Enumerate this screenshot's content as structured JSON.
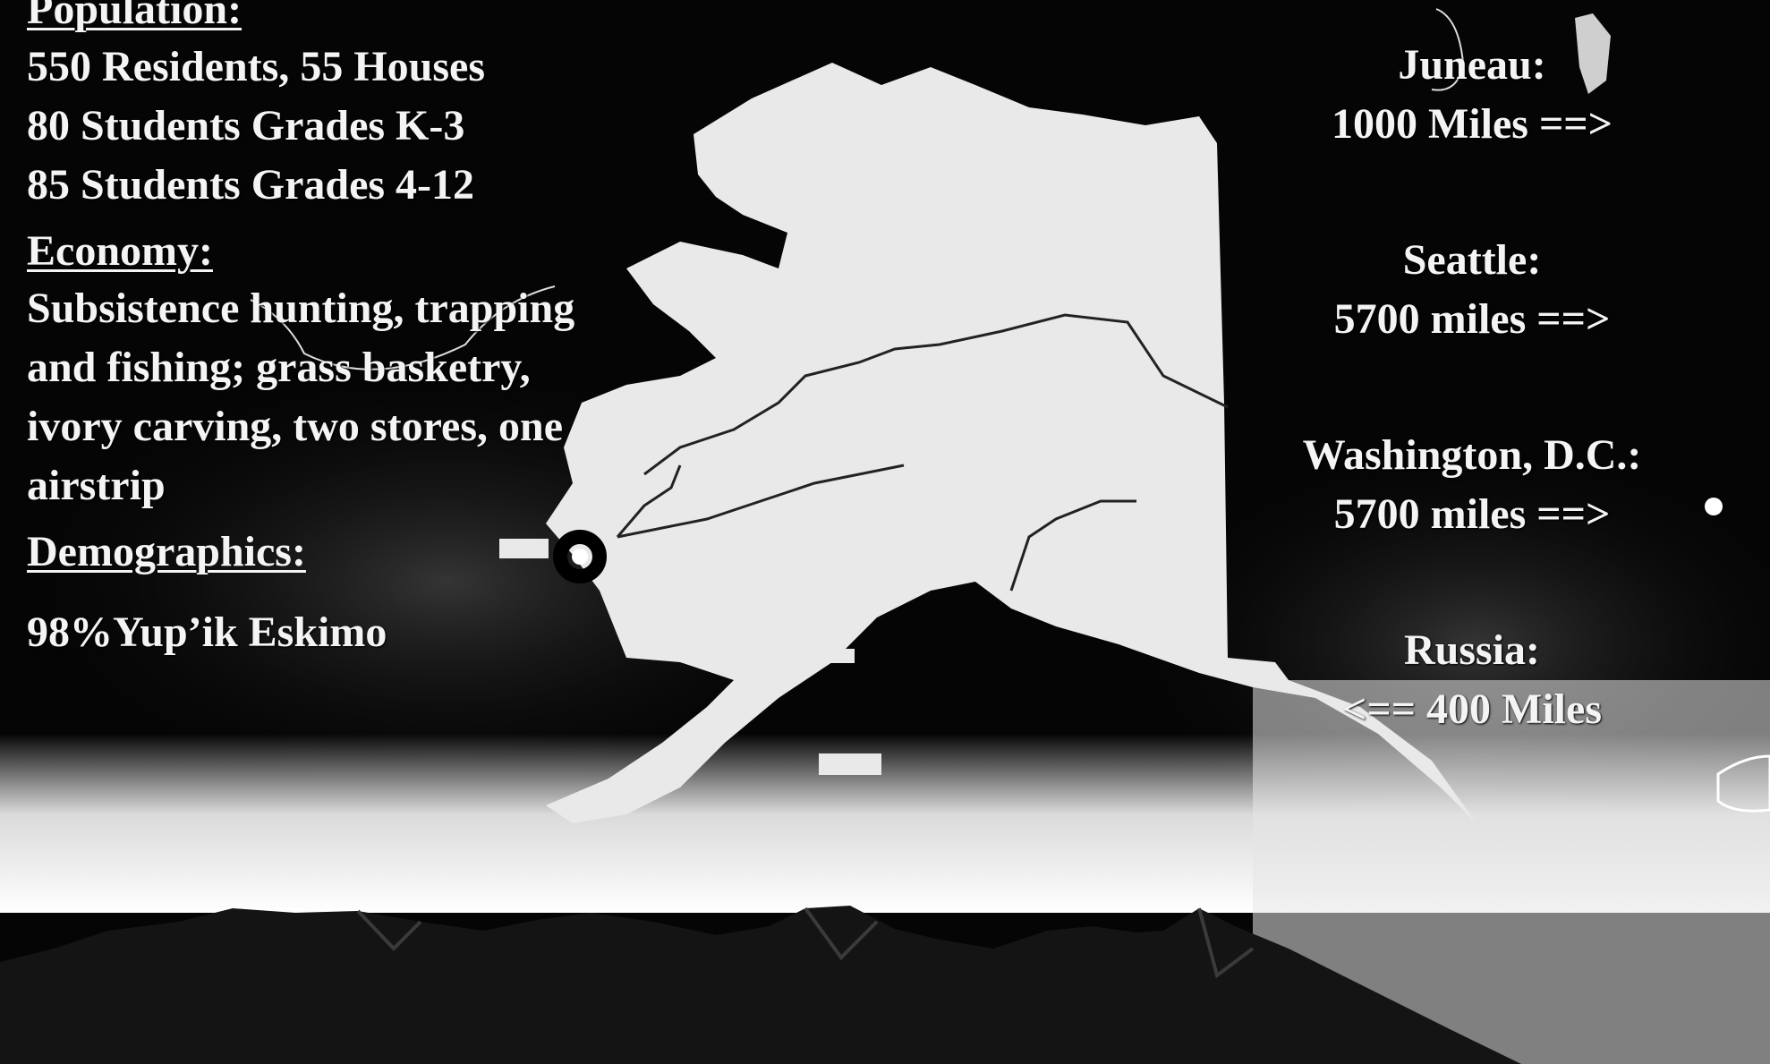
{
  "population": {
    "heading": "Population",
    "lines": [
      "550 Residents, 55 Houses",
      "80 Students Grades K-3",
      "85 Students Grades 4-12"
    ]
  },
  "economy": {
    "heading": "Economy",
    "lines": [
      "Subsistence hunting, trapping",
      "and fishing; grass basketry,",
      "ivory carving, two stores, one",
      "airstrip"
    ]
  },
  "demographics": {
    "heading": "Demographics",
    "lines": [
      "98%Yup’ik Eskimo"
    ]
  },
  "distances": [
    {
      "place": "Juneau:",
      "distance": "1000 Miles ==>"
    },
    {
      "place": "Seattle:",
      "distance": "5700 miles ==>"
    },
    {
      "place": "Washington, D.C.:",
      "distance": "5700 miles ==>"
    },
    {
      "place": "Russia:",
      "distance": "<== 400 Miles"
    }
  ],
  "map": {
    "icon": "village-location-marker",
    "land_color": "#e9e9e9",
    "sky_color": "#050505"
  }
}
